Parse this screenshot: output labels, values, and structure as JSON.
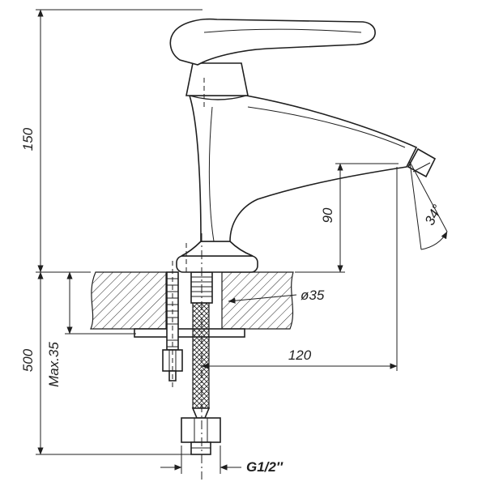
{
  "title": "faucet-dimension-drawing",
  "colors": {
    "background": "#ffffff",
    "line": "#1f1f1f"
  },
  "dimensions": {
    "total_height": "150",
    "below_deck_length": "500",
    "max_mount_thickness": "Max.35",
    "spout_height": "90",
    "spout_angle": "34°",
    "hole_diameter": "ø35",
    "spout_reach": "120",
    "thread_size": "G1/2″"
  }
}
